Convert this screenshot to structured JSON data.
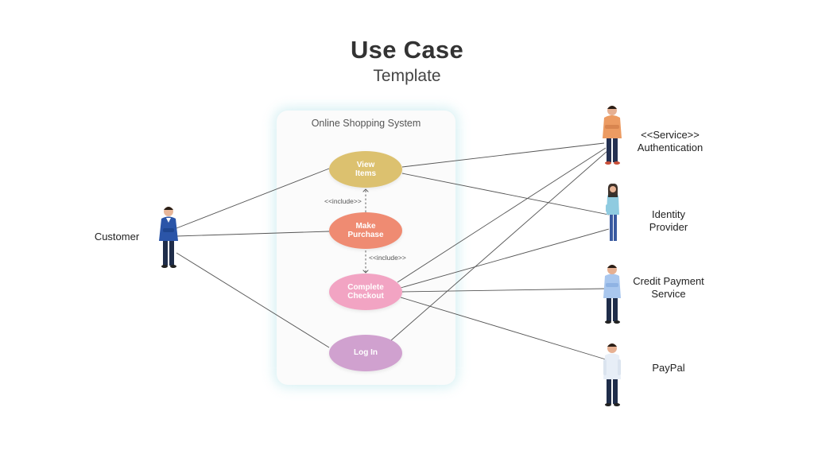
{
  "header": {
    "title": "Use Case",
    "subtitle": "Template"
  },
  "system": {
    "label": "Online Shopping System"
  },
  "use_cases": {
    "view_items": {
      "label": "View\nItems",
      "color": "#dcc16f"
    },
    "make_purchase": {
      "label": "Make\nPurchase",
      "color": "#ef8b72"
    },
    "complete_checkout": {
      "label": "Complete\nCheckout",
      "color": "#f2a4c3"
    },
    "log_in": {
      "label": "Log In",
      "color": "#d0a1cf"
    }
  },
  "relations": {
    "include_1": "<<include>>",
    "include_2": "<<include>>"
  },
  "actors": {
    "customer": {
      "label": "Customer",
      "icon": "businessman-icon"
    },
    "authentication": {
      "label_line1": "<<Service>>",
      "label_line2": "Authentication",
      "icon": "person-orange-sweater-icon"
    },
    "identity_provider": {
      "label_line1": "Identity",
      "label_line2": "Provider",
      "icon": "woman-icon"
    },
    "credit_payment": {
      "label_line1": "Credit Payment",
      "label_line2": "Service",
      "icon": "man-blue-shirt-icon"
    },
    "paypal": {
      "label": "PayPal",
      "icon": "man-white-shirt-icon"
    }
  },
  "colors": {
    "line": "#555555",
    "title": "#333333",
    "box_glow": "#aee1e6"
  }
}
